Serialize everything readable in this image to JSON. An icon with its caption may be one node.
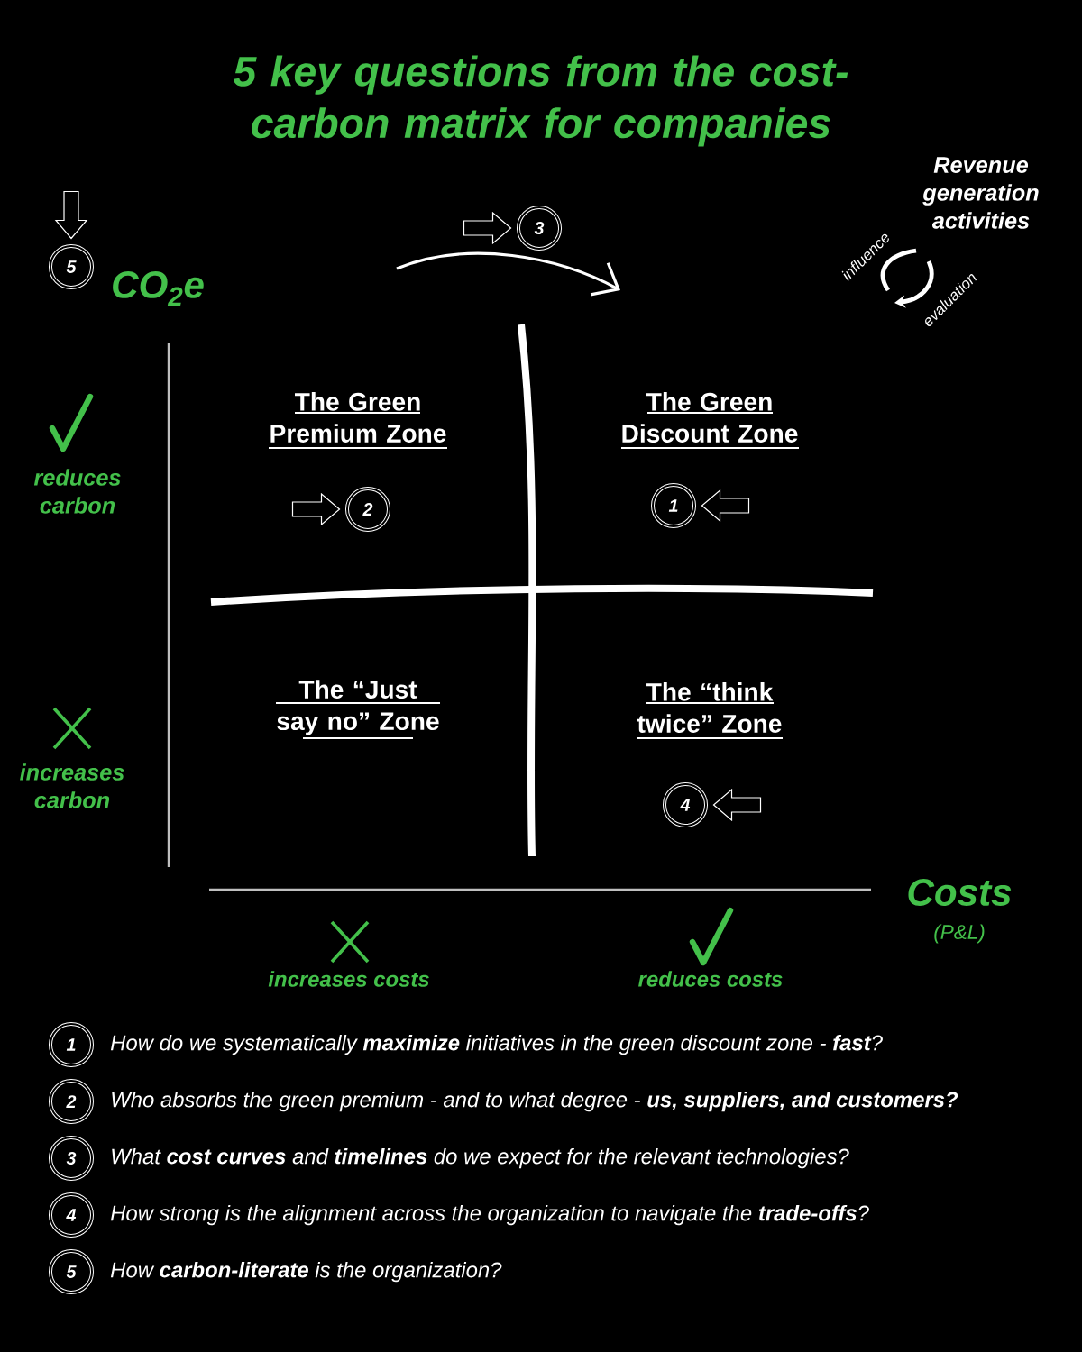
{
  "diagram": {
    "title": "5 key questions from the cost-carbon matrix for companies",
    "nodes": [
      {
        "text": [
          "5"
        ]
      },
      {
        "text": [
          "3"
        ]
      },
      {
        "text": [
          "2"
        ]
      },
      {
        "text": [
          "1"
        ]
      },
      {
        "text": [
          "4"
        ]
      },
      {
        "text": [
          "1"
        ],
        "beside": [
          "How do we systematically **maximize** initiatives in the green discount zone - **fast**?"
        ]
      },
      {
        "text": [
          "2"
        ],
        "beside": [
          "Who absorbs the green premium - and to what degree - **us, suppliers, and customers?**"
        ]
      },
      {
        "text": [
          "3"
        ],
        "beside": [
          "What **cost curves** and **timelines** do we expect for the relevant technologies?"
        ]
      },
      {
        "text": [
          "4"
        ],
        "beside": [
          "How strong is the alignment across the organization to navigate the **trade-offs**?"
        ]
      },
      {
        "text": [
          "5"
        ],
        "beside": [
          "How **carbon-literate** is the organization?"
        ]
      }
    ],
    "edges": [
      {
        "from": null,
        "to": 0,
        "arrow": "to"
      },
      {
        "from": null,
        "to": 1,
        "arrow": "to"
      },
      {
        "from": null,
        "to": 2,
        "arrow": "to"
      },
      {
        "from": null,
        "to": 3,
        "arrow": "to"
      },
      {
        "from": null,
        "to": 4,
        "arrow": "to"
      }
    ],
    "labels": [
      "Revenue generation activities",
      "influence",
      "evaluation",
      "CO$_{2}$e",
      "The Green Premium Zone",
      "The Green Discount Zone",
      "reduces carbon",
      "The “Just say no” Zone",
      "The “think twice” Zone",
      "increases carbon",
      "Costs",
      "(P&L)",
      "increases costs",
      "reduces costs"
    ]
  }
}
